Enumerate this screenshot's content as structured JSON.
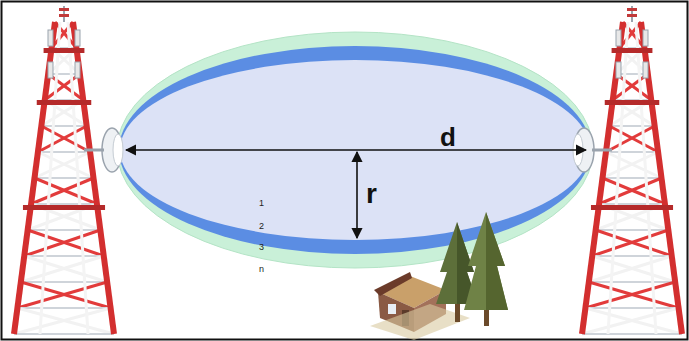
{
  "diagram": {
    "labels": [
      "d",
      "r",
      "1",
      "2",
      "3",
      "n"
    ]
  }
}
